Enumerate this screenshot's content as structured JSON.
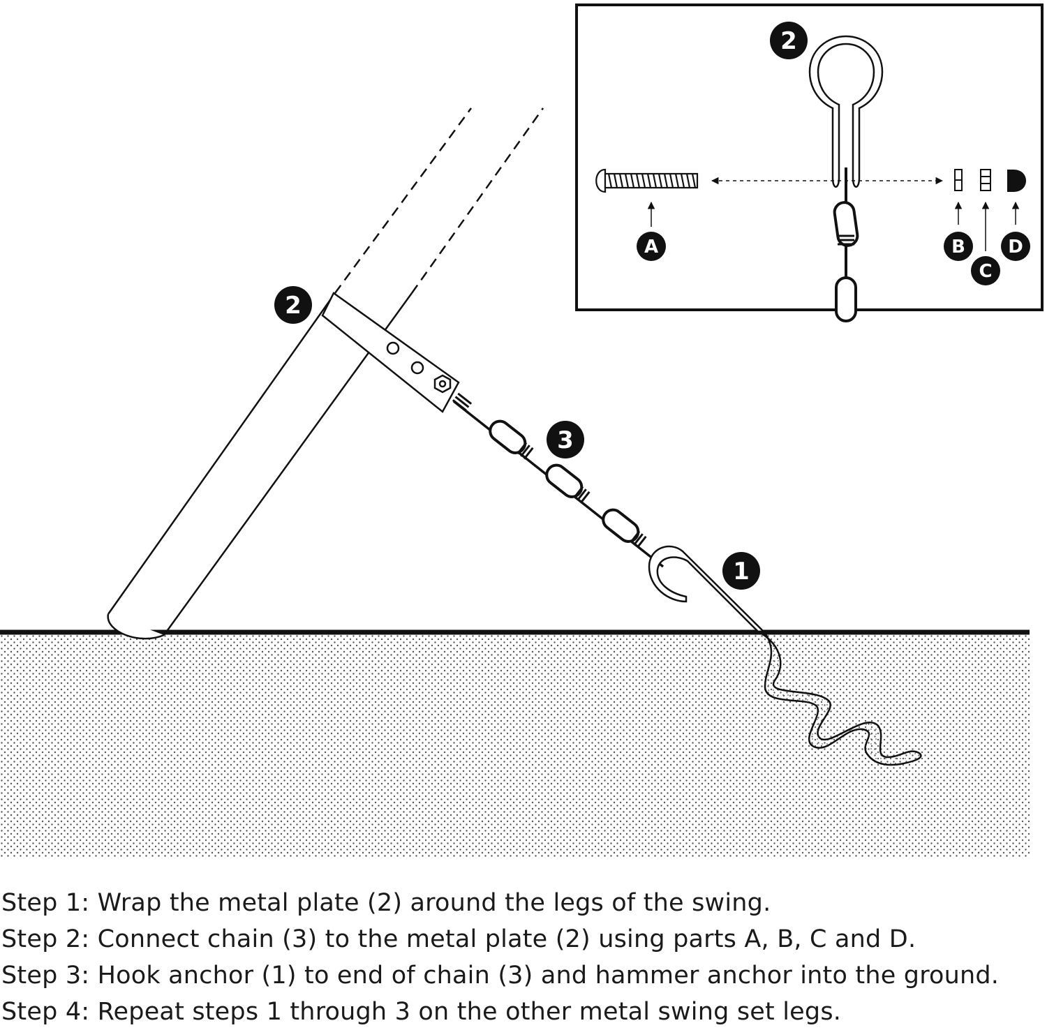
{
  "callouts": {
    "anchor": "1",
    "plate": "2",
    "chain": "3",
    "inset_plate": "2"
  },
  "parts": {
    "a": "A",
    "b": "B",
    "c": "C",
    "d": "D"
  },
  "steps": [
    "Step 1: Wrap the metal plate (2) around the legs of the swing.",
    "Step 2: Connect chain (3) to the metal plate (2) using parts A, B, C and D.",
    "Step 3: Hook anchor (1) to end of chain (3) and hammer anchor into the ground.",
    "Step 4: Repeat steps 1 through 3 on the other metal swing set legs."
  ],
  "colors": {
    "ink": "#111111",
    "paper": "#ffffff",
    "ground_dots": "#555555"
  }
}
